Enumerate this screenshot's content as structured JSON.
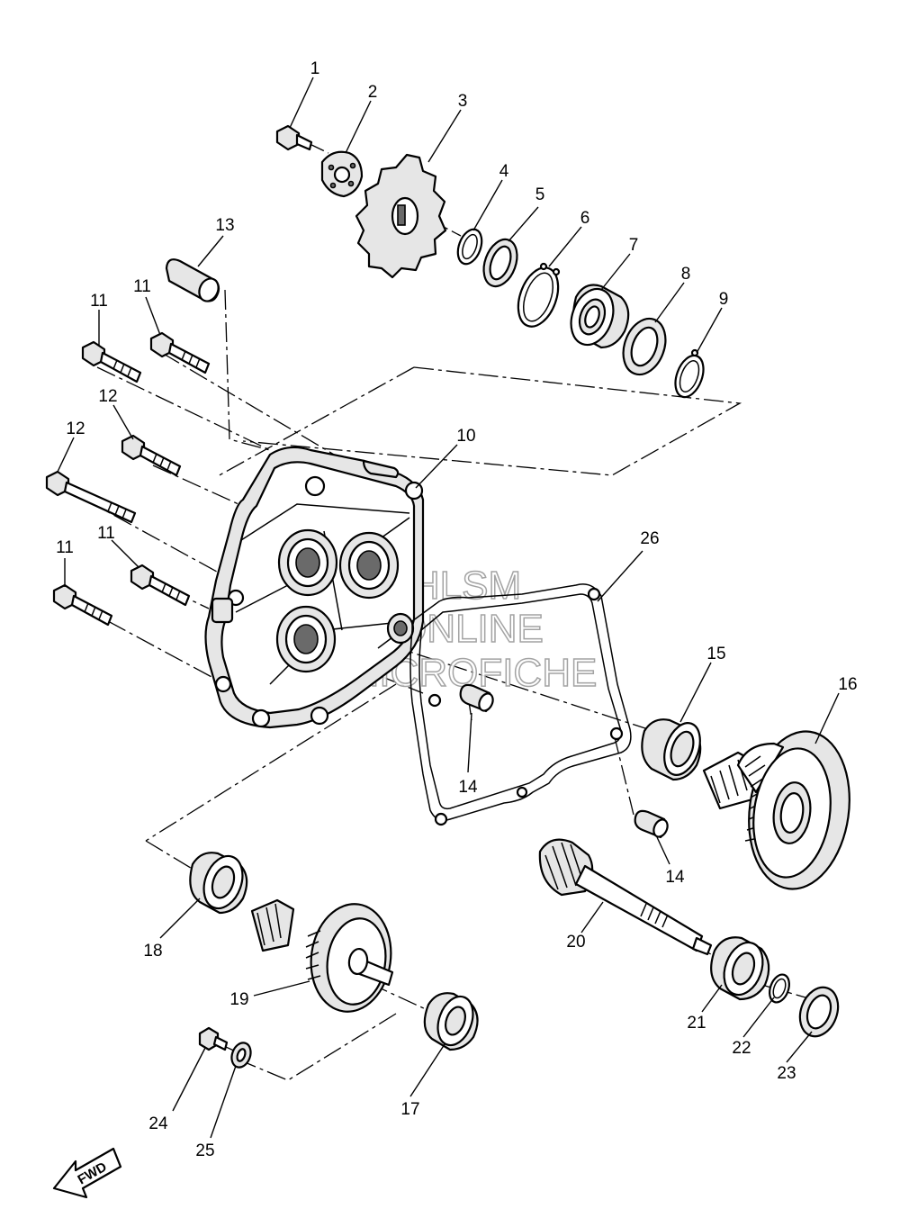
{
  "parts": [
    {
      "id": "p1",
      "label": "1"
    },
    {
      "id": "p2",
      "label": "2"
    },
    {
      "id": "p3",
      "label": "3"
    },
    {
      "id": "p4",
      "label": "4"
    },
    {
      "id": "p5",
      "label": "5"
    },
    {
      "id": "p6",
      "label": "6"
    },
    {
      "id": "p7",
      "label": "7"
    },
    {
      "id": "p8",
      "label": "8"
    },
    {
      "id": "p9",
      "label": "9"
    },
    {
      "id": "p10",
      "label": "10"
    },
    {
      "id": "p11",
      "label": "11"
    },
    {
      "id": "p12",
      "label": "12"
    },
    {
      "id": "p13",
      "label": "13"
    },
    {
      "id": "p14",
      "label": "14"
    },
    {
      "id": "p15",
      "label": "15"
    },
    {
      "id": "p16",
      "label": "16"
    },
    {
      "id": "p17",
      "label": "17"
    },
    {
      "id": "p18",
      "label": "18"
    },
    {
      "id": "p19",
      "label": "19"
    },
    {
      "id": "p20",
      "label": "20"
    },
    {
      "id": "p21",
      "label": "21"
    },
    {
      "id": "p22",
      "label": "22"
    },
    {
      "id": "p23",
      "label": "23"
    },
    {
      "id": "p24",
      "label": "24"
    },
    {
      "id": "p25",
      "label": "25"
    },
    {
      "id": "p26",
      "label": "26"
    }
  ],
  "watermark": {
    "line1": "HLSM",
    "line2": "ONLINE",
    "line3": "MICROFICHE"
  },
  "direction_arrow": {
    "text": "FWD"
  },
  "colors": {
    "ink": "#000000",
    "paper": "#ffffff",
    "shade": "#e6e6e6",
    "watermark_stroke": "#9a9a9a"
  }
}
